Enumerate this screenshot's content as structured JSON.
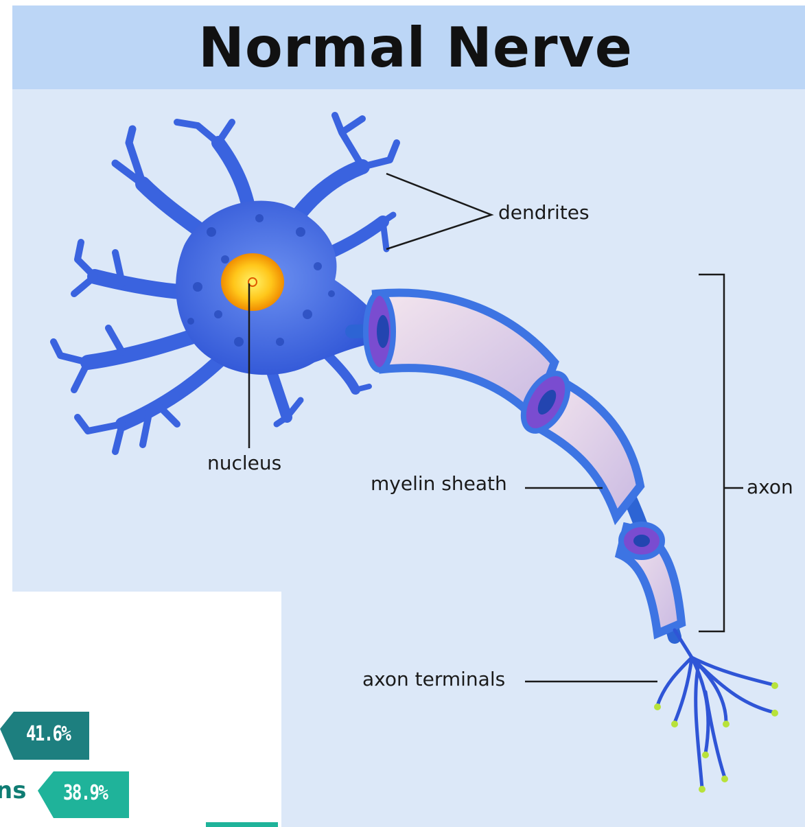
{
  "title": "Normal Nerve",
  "labels": {
    "dendrites": "dendrites",
    "nucleus": "nucleus",
    "myelin_sheath": "myelin sheath",
    "axon": "axon",
    "axon_terminals": "axon terminals"
  },
  "overlay": {
    "tag_1": "41.6%",
    "tag_2": "38.9%",
    "partial_text": "ns"
  },
  "colors": {
    "title_bar": "#bcd6f6",
    "background": "#dce8f8",
    "neuron_body": "#3a63df",
    "nucleus": "#f5a800",
    "myelin": "#e2d4ec",
    "terminal_tips": "#b8e23a",
    "tag_dark": "#1d7f7f",
    "tag_light": "#1fb39a"
  }
}
